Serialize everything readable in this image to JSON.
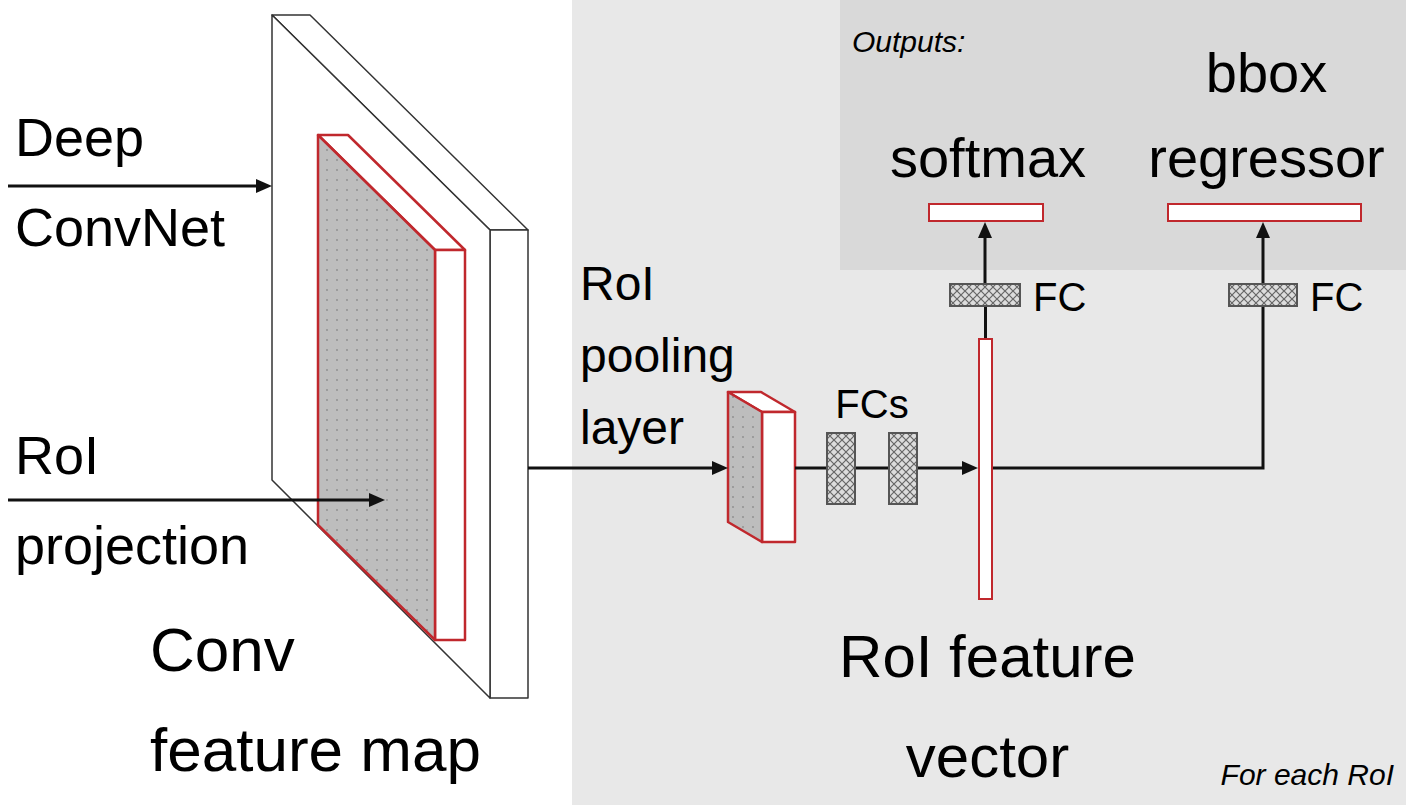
{
  "diagram": {
    "nodes": [
      {
        "text": [
          "Conv feature map"
        ]
      },
      {
        "text": [
          "For each RoI"
        ]
      },
      {
        "text": [
          "Outputs:"
        ],
        "in": 1
      },
      {
        "text": [
          "softmax"
        ],
        "in": 2
      },
      {
        "text": [
          "bbox regressor"
        ],
        "in": 2
      },
      {
        "text": [
          "RoI pooling layer"
        ],
        "in": 1
      },
      {
        "text": [
          "FCs"
        ],
        "in": 1
      },
      {
        "text": [
          "RoI feature vector"
        ],
        "in": 1
      },
      {
        "text": [
          "FC"
        ],
        "in": 1
      },
      {
        "text": [
          "FC"
        ],
        "in": 1
      }
    ],
    "edges": [
      {
        "from": 0,
        "to": 5,
        "arrow": "to"
      },
      {
        "from": 5,
        "to": 6,
        "arrow": "none"
      },
      {
        "from": 6,
        "to": 7,
        "arrow": "to"
      },
      {
        "from": 7,
        "to": 8,
        "arrow": "none"
      },
      {
        "from": 8,
        "to": 3,
        "arrow": "to"
      },
      {
        "from": 7,
        "to": 9,
        "arrow": "none"
      },
      {
        "from": 9,
        "to": 4,
        "arrow": "to"
      }
    ],
    "labels": [
      "Deep ConvNet",
      "RoI projection"
    ]
  }
}
